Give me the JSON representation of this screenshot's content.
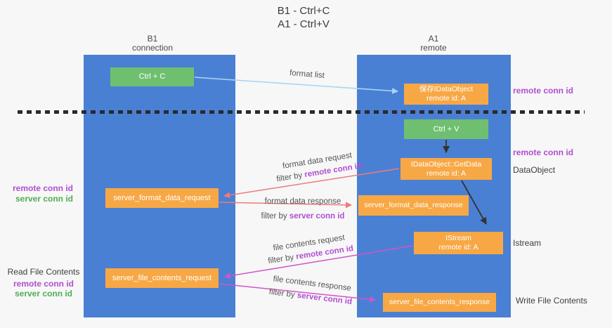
{
  "colors": {
    "bg": "#f7f7f7",
    "column-blue": "#4a80d3",
    "box-orange": "#f7a845",
    "box-green": "#70bf71",
    "arrow-blue": "#a9d5f5",
    "arrow-salmon": "#ed7b7b",
    "arrow-magenta": "#cf55c8",
    "arrow-black": "#333333",
    "label-purple": "#b04fd0",
    "label-green": "#4fae53",
    "text-dark": "#3d3d3d"
  },
  "title": {
    "line1": "B1 - Ctrl+C",
    "line2": "A1 - Ctrl+V"
  },
  "columns": {
    "left": {
      "title": "B1",
      "subtitle": "connection"
    },
    "right": {
      "title": "A1",
      "subtitle": "remote"
    }
  },
  "boxes": {
    "ctrl_c": {
      "label": "Ctrl + C"
    },
    "save_idataobject": {
      "line1": "保存IDataObject",
      "line2": "remote id: A"
    },
    "ctrl_v": {
      "label": "Ctrl + V"
    },
    "getdata": {
      "line1": "IDataObject::GetData",
      "line2": "remote id: A"
    },
    "format_request": {
      "label": "server_format_data_request"
    },
    "format_response": {
      "label": "server_format_data_response"
    },
    "istream": {
      "line1": "IStream",
      "line2": "remote id: A"
    },
    "file_request": {
      "label": "server_file_contents_request"
    },
    "file_response": {
      "label": "server_file_contents_response"
    }
  },
  "flow_labels": {
    "format_list": {
      "text": "format list"
    },
    "format_request": {
      "text": "format data request",
      "filter_prefix": "filter by",
      "filter_id": "remote conn id"
    },
    "format_response": {
      "text": "format data response",
      "filter_prefix": "filter by",
      "filter_id": "server conn id"
    },
    "file_request": {
      "text": "file contents request",
      "filter_prefix": "filter by",
      "filter_id": "remote conn id"
    },
    "file_response": {
      "text": "file contents response",
      "filter_prefix": "filter by",
      "filter_id": "server conn id"
    }
  },
  "side_labels": {
    "remote_conn_top_right": "remote conn id",
    "remote_conn_mid_right": "remote conn id",
    "dataobject": "DataObject",
    "istream": "Istream",
    "write_file": "Write File Contents",
    "remote_conn_left_top": "remote conn id",
    "server_conn_left_top": "server conn id",
    "read_file": "Read File Contents",
    "remote_conn_left_bottom": "remote conn id",
    "server_conn_left_bottom": "server conn id"
  }
}
